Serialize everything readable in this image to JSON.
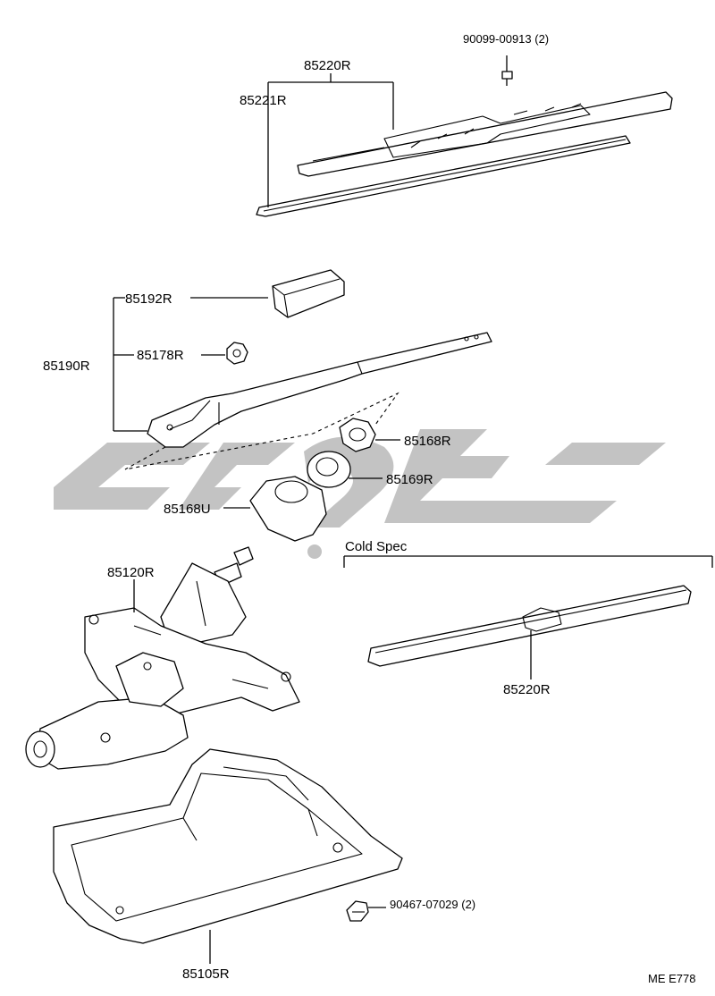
{
  "labels": {
    "screw_top": "90099-00913 (2)",
    "blade_assy": "85220R",
    "blade_refill": "85221R",
    "arm_cover": "85192R",
    "arm_assy": "85190R",
    "arm_nut": "85178R",
    "pivot_nut": "85168R",
    "grommet": "85169R",
    "boot": "85168U",
    "motor": "85120R",
    "cold_spec_blade": "85220R",
    "clip_bottom": "90467-07029 (2)",
    "motor_cover": "85105R",
    "figure_code": "ME E778"
  },
  "cold_spec": {
    "title": "Cold Spec"
  },
  "watermark": {
    "color": "#b9b9b9"
  }
}
